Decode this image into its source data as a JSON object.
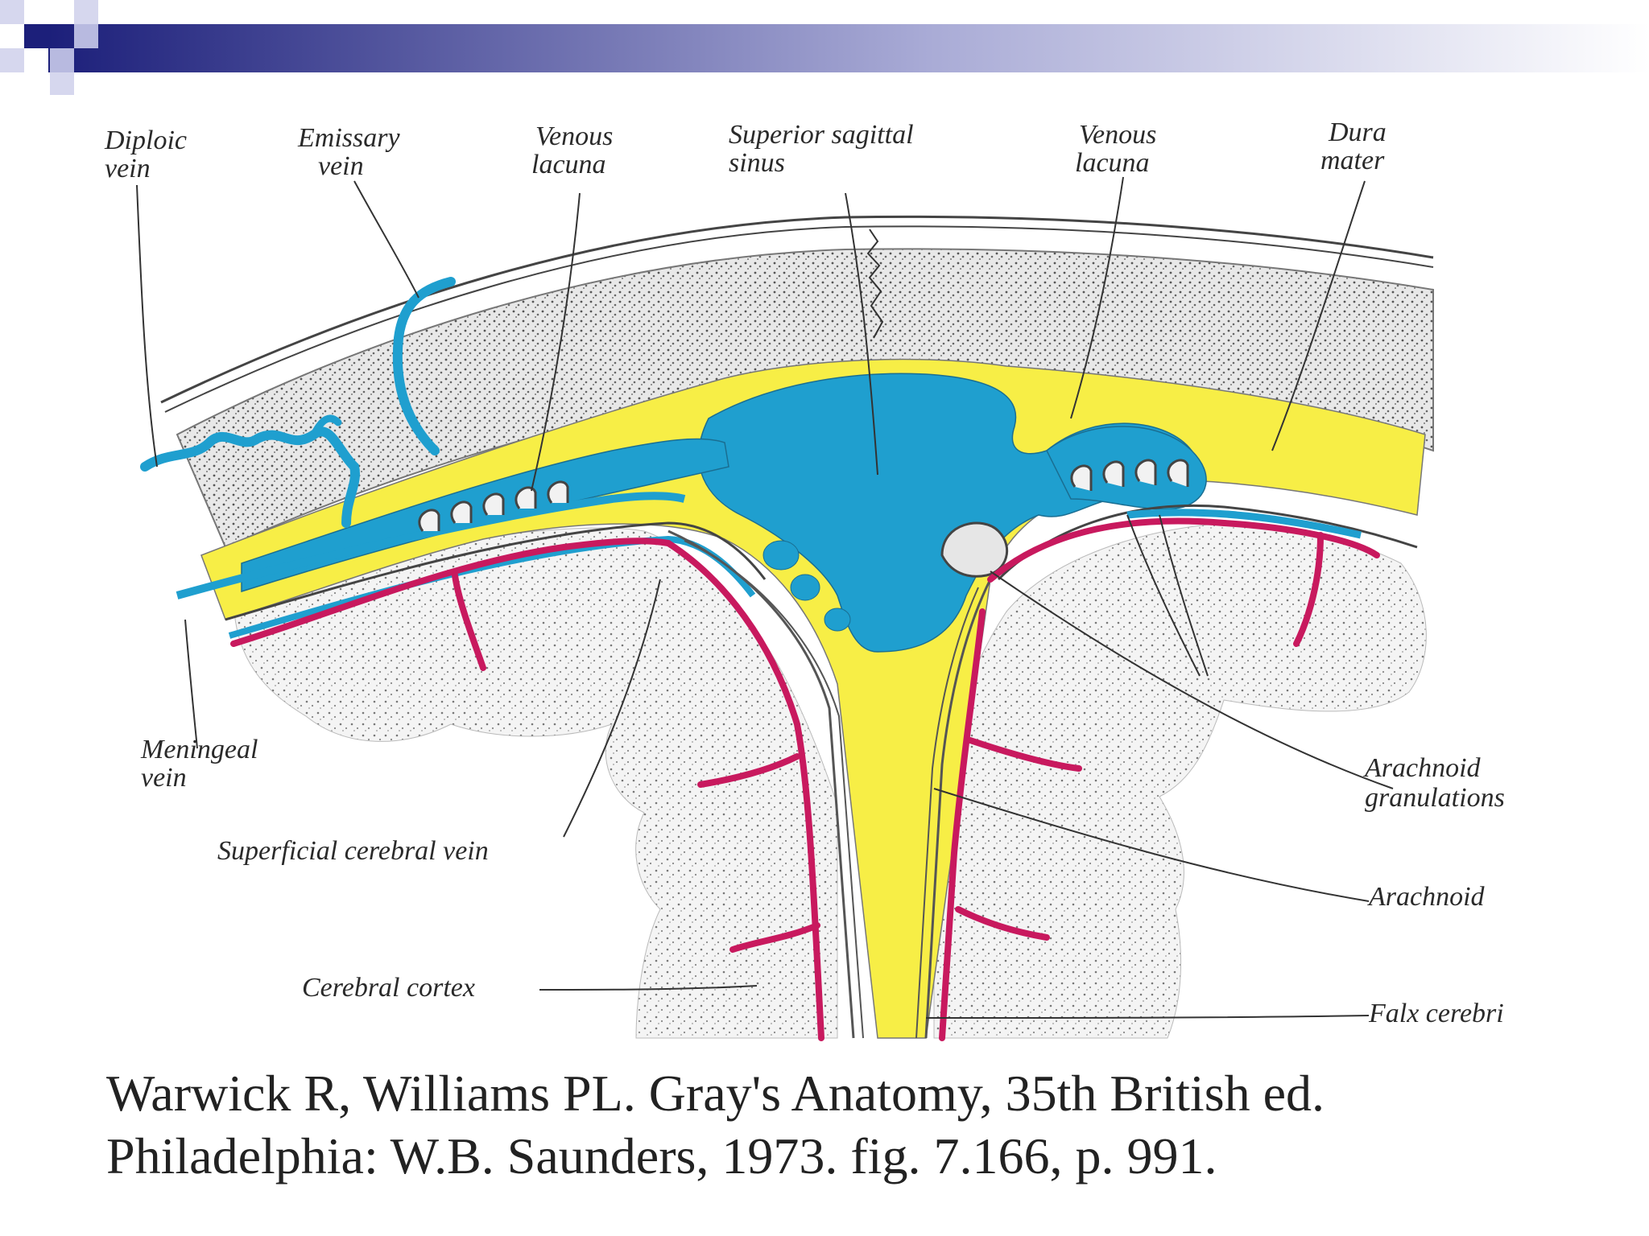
{
  "labels": {
    "diploic_vein_1": "Diploic",
    "diploic_vein_2": "vein",
    "emissary_vein_1": "Emissary",
    "emissary_vein_2": "vein",
    "venous_lacuna_left_1": "Venous",
    "venous_lacuna_left_2": "lacuna",
    "superior_sagittal_sinus_1": "Superior sagittal",
    "superior_sagittal_sinus_2": "sinus",
    "venous_lacuna_right_1": "Venous",
    "venous_lacuna_right_2": "lacuna",
    "dura_mater_1": "Dura",
    "dura_mater_2": "mater",
    "meningeal_vein_1": "Meningeal",
    "meningeal_vein_2": "vein",
    "superficial_cerebral_vein": "Superficial cerebral vein",
    "arachnoid_granulations_1": "Arachnoid",
    "arachnoid_granulations_2": "granulations",
    "arachnoid": "Arachnoid",
    "cerebral_cortex": "Cerebral cortex",
    "falx_cerebri": "Falx cerebri"
  },
  "caption": {
    "line1": "Warwick R, Williams PL. Gray's Anatomy, 35th British ed.",
    "line2": "Philadelphia: W.B. Saunders, 1973. fig. 7.166, p. 991."
  },
  "colors": {
    "venous_blue": "#1f9fcf",
    "dura_yellow": "#f7ee46",
    "artery_magenta": "#c8195e",
    "header_navy": "#1c1f7a"
  }
}
